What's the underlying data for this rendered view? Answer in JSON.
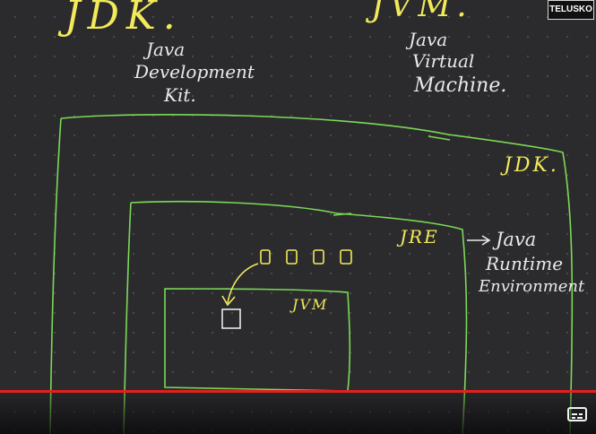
{
  "labels": {
    "jdk_title": "JDK.",
    "jvm_title": "JVM.",
    "jdk_expansion": [
      "Java",
      "Development",
      "Kit."
    ],
    "jvm_expansion": [
      "Java",
      "Virtual",
      "Machine."
    ],
    "jdk_box": "JDK.",
    "jre_box": "JRE",
    "jre_expansion": [
      "Java",
      "Runtime",
      "Environment"
    ],
    "jvm_box": "JVM"
  },
  "logo": {
    "text": "TELUSKO"
  },
  "colors": {
    "green": "#7bd957",
    "yellow": "#f2ea5b",
    "white": "#e9e9e9",
    "progress": "#e3201b"
  },
  "icons": {
    "captions": "closed-captions-icon"
  }
}
